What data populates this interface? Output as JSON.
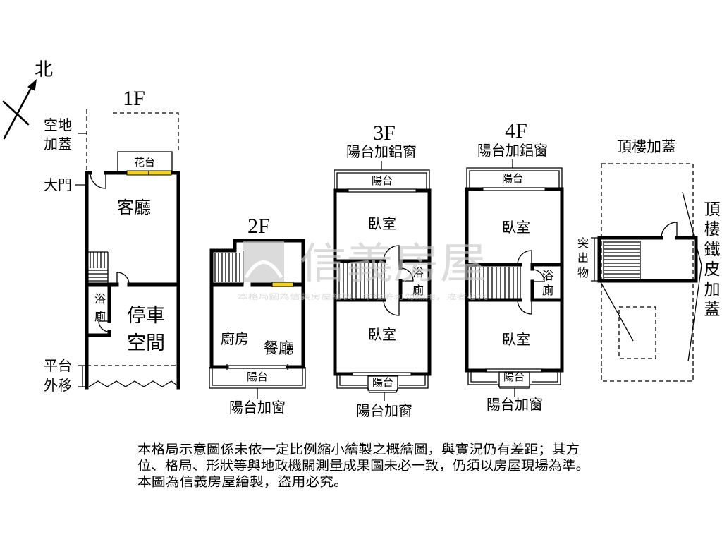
{
  "compass": {
    "north": "北"
  },
  "floor_1f": {
    "title": "1F",
    "open_space_addition": [
      "空地",
      "加蓋"
    ],
    "main_door": "大門",
    "planter": "花台",
    "living_room": "客廳",
    "bathroom": [
      "浴",
      "廁"
    ],
    "parking_space": [
      "停車",
      "空間"
    ],
    "platform_moved_out": [
      "平台",
      "外移"
    ]
  },
  "floor_2f": {
    "title": "2F",
    "kitchen": "廚房",
    "dining_room": "餐廳",
    "balcony": "陽台",
    "balcony_note": "陽台加窗"
  },
  "floor_3f": {
    "title": "3F",
    "front_balcony_note": "陽台加鋁窗",
    "front_balcony": "陽台",
    "front_bedroom": "臥室",
    "bathroom": [
      "浴",
      "廁"
    ],
    "rear_bedroom": "臥室",
    "rear_balcony": "陽台",
    "rear_balcony_note": "陽台加窗"
  },
  "floor_4f": {
    "title": "4F",
    "front_balcony_note": "陽台加鋁窗",
    "front_balcony": "陽台",
    "front_bedroom": "臥室",
    "bathroom": [
      "浴",
      "廁"
    ],
    "rear_bedroom": "臥室",
    "rear_balcony": "陽台",
    "rear_balcony_note": "陽台加窗"
  },
  "rooftop": {
    "title": "頂樓加蓋",
    "protrusion": [
      "突",
      "出",
      "物"
    ],
    "iron_sheet_addition": [
      "頂",
      "樓",
      "鐵",
      "皮",
      "加",
      "蓋"
    ]
  },
  "watermark": {
    "brand": "信義房屋",
    "notice": "本格局圖為信義房屋繪製，未經許可勿翻用，違者必究"
  },
  "disclaimer": [
    "本格局示意圖係未依一定比例縮小繪製之概繪圖，與實況仍有差距；其方",
    "位、格局、形狀等與地政機關測量成果圖未必一致，仍須以房屋現場為準。",
    "本圖為信義房屋繪製，盜用必究。"
  ],
  "colors": {
    "wall": "#000000",
    "window": "#f2d31a",
    "watermark": "#c8c8c8",
    "background": "#ffffff"
  }
}
